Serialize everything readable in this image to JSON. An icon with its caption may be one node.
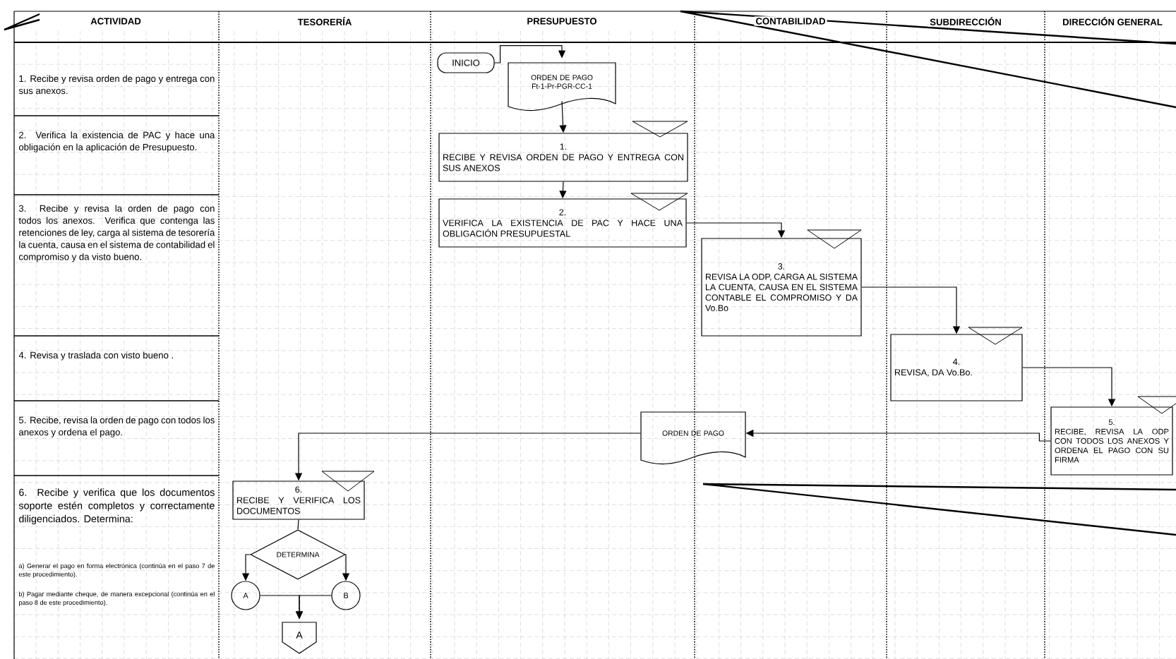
{
  "diagram": {
    "nodes": [
      {
        "text": [
          "INICIO"
        ]
      },
      {
        "text": [
          "ORDEN DE PAGO Ft-1-Pr-PGR-CC-1"
        ]
      },
      {
        "text": [
          "1.",
          "RECIBE Y REVISA ORDEN DE PAGO Y ENTREGA CON SUS ANEXOS"
        ]
      },
      {
        "text": [
          "2.",
          "VERIFICA LA EXISTENCIA DE PAC Y HACE UNA OBLIGACIÓN PRESUPUESTAL"
        ]
      },
      {
        "text": [
          "3.",
          "REVISA LA ODP, CARGA AL SISTEMA LA CUENTA, CAUSA EN EL SISTEMA CONTABLE EL COMPROMISO Y DA Vo.Bo"
        ]
      },
      {
        "text": [
          "4.",
          "REVISA, DA Vo.Bo."
        ]
      },
      {
        "text": [
          "5.",
          "RECIBE, REVISA LA ODP CON TODOS LOS ANEXOS Y ORDENA EL PAGO CON SU FIRMA"
        ]
      },
      {
        "text": [
          "ORDEN DE PAGO"
        ]
      },
      {
        "text": [
          "6.",
          "RECIBE Y VERIFICA LOS DOCUMENTOS"
        ]
      },
      {
        "text": [
          "DETERMINA"
        ]
      },
      {
        "text": [
          "A"
        ]
      },
      {
        "text": [
          "B"
        ]
      },
      {
        "text": [
          "A"
        ]
      }
    ],
    "edges": [
      {
        "from": 0,
        "to": 1,
        "arrow": "to"
      },
      {
        "from": 1,
        "to": 2,
        "arrow": "to"
      },
      {
        "from": 2,
        "to": 3,
        "arrow": "to"
      },
      {
        "from": 3,
        "to": 4,
        "arrow": "to"
      },
      {
        "from": 4,
        "to": 5,
        "arrow": "to"
      },
      {
        "from": 5,
        "to": 6,
        "arrow": "to"
      },
      {
        "from": 6,
        "to": 7,
        "arrow": "to"
      },
      {
        "from": 7,
        "to": 8,
        "arrow": "to"
      },
      {
        "from": 8,
        "to": 9,
        "arrow": "none"
      },
      {
        "from": 9,
        "to": 10,
        "arrow": "to"
      },
      {
        "from": 9,
        "to": 11,
        "arrow": "to"
      },
      {
        "from": 10,
        "to": 12,
        "arrow": "to"
      },
      {
        "from": 11,
        "to": 12,
        "arrow": "to"
      }
    ],
    "labels": [
      "ACTIVIDAD",
      "TESORERÍA",
      "PRESUPUESTO",
      "CONTABILIDAD",
      "SUBDIRECCIÓN",
      "DIRECCIÓN GENERAL",
      "1. Recibe y revisa orden de pago y entrega con sus anexos.",
      "2. Verifica la existencia de PAC y hace una obligación en la aplicación de Presupuesto.",
      "3. Recibe y revisa la orden de pago con todos los anexos. Verifica que contenga las retenciones de ley, carga al sistema de tesorería la cuenta, causa en el sistema de contabilidad el compromiso y da visto bueno.",
      "4. Revisa y traslada con visto bueno .",
      "5. Recibe, revisa la orden de pago con todos los anexos y ordena el pago.",
      "6. Recibe y verifica que los documentos soporte estén completos y correctamente diligenciados. Determina:",
      "a) Generar el pago en forma electrónica (continúa en el paso 7 de este procedimiento).",
      "b) Pagar mediante cheque, de manera excepcional (continúa en el paso 8 de este procedimiento)."
    ]
  }
}
